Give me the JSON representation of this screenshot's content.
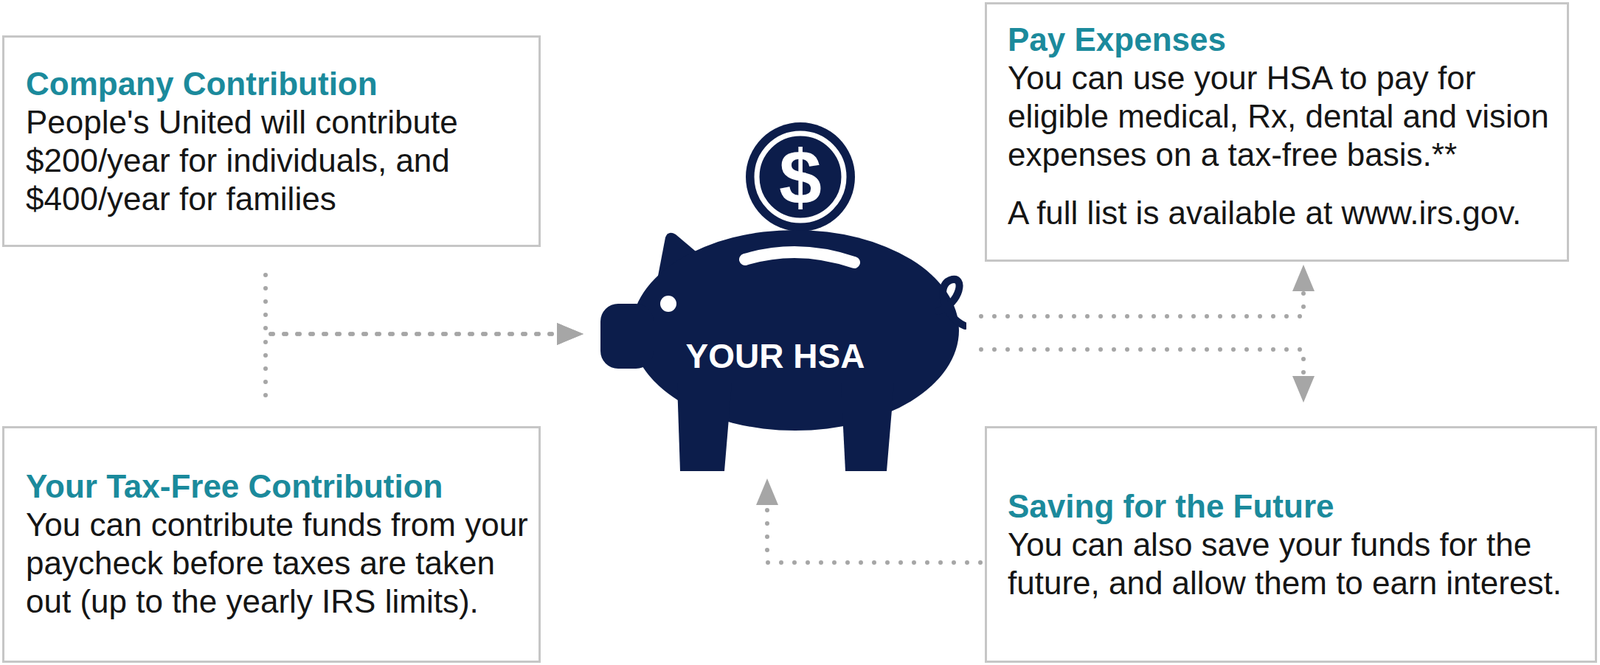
{
  "diagram": {
    "nodes": [
      {
        "text": [
          "Company Contribution",
          "People's United will contribute $200/year for individuals, and $400/year for families"
        ]
      },
      {
        "text": [
          "Pay Expenses",
          "You can use your HSA to pay for eligible medical, Rx, dental and vision expenses on a tax-free basis.**",
          "A full list is available at www.irs.gov."
        ]
      },
      {
        "text": [
          "YOUR HSA"
        ]
      },
      {
        "text": [
          "Your Tax-Free Contribution",
          "You can contribute funds from your paycheck before taxes are taken out (up to the yearly IRS limits)."
        ]
      },
      {
        "text": [
          "Saving for the Future",
          "You can also save your funds for the future, and allow them to earn interest."
        ]
      }
    ],
    "edges": [
      {
        "from": 0,
        "to": 2,
        "arrow": "to"
      },
      {
        "from": 3,
        "to": 2,
        "arrow": "to"
      },
      {
        "from": 2,
        "to": 1,
        "arrow": "to"
      },
      {
        "from": 2,
        "to": 4,
        "arrow": "to"
      },
      {
        "from": 4,
        "to": 2,
        "arrow": "to"
      }
    ],
    "labels": [
      "$"
    ]
  }
}
